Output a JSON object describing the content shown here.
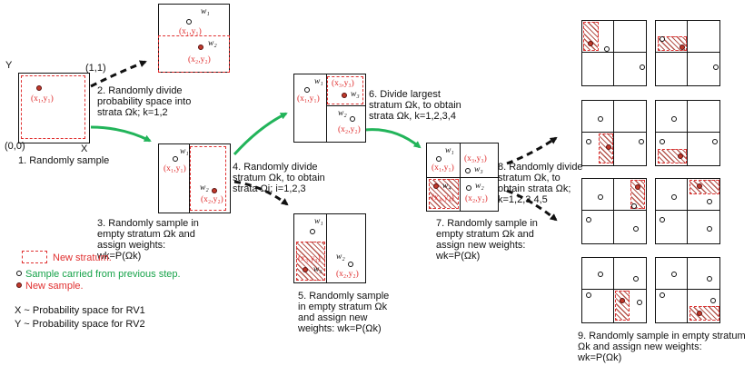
{
  "axes": {
    "y": "Y",
    "x": "X",
    "corner_top": "(1,1)",
    "corner_origin": "(0,0)"
  },
  "labels": {
    "x1y1": "(x₁,y₁)",
    "x2y2": "(x₂,y₂)",
    "x3y3": "(x₃,y₃)",
    "x4y4": "(x₄,y₄)",
    "w1": "w₁",
    "w2": "w₂",
    "w3": "w₃",
    "w4": "w₄"
  },
  "steps": {
    "s1": "1. Randomly sample",
    "s2": "2. Randomly divide probability space into strata Ωk; k=1,2",
    "s3": "3. Randomly sample in empty stratum Ωk and assign weights: wk=P(Ωk)",
    "s4": "4. Randomly divide stratum Ωk, to obtain strata Ωi; i=1,2,3",
    "s5": "5. Randomly sample in empty stratum Ωk and assign new weights: wk=P(Ωk)",
    "s6": "6. Divide largest stratum Ωk, to obtain strata Ωk, k=1,2,3,4",
    "s7": "7. Randomly sample in empty stratum Ωk and assign new weights: wk=P(Ωk)",
    "s8": "8. Randomly divide stratum Ωk, to obtain strata Ωk; k=1,2,3,4,5",
    "s9": "9. Randomly sample in empty stratum Ωk and assign new weights: wk=P(Ωk)"
  },
  "legend": {
    "new_stratum": "New stratum.",
    "carried": "Sample carried from previous step.",
    "new_sample": "New sample.",
    "rv1": "X ~ Probability space for RV1",
    "rv2": "Y ~ Probability space for RV2"
  },
  "colors": {
    "stratum": "#e03030",
    "carried_text": "#17a34a",
    "new_sample_fill": "#c0392b",
    "arrow_green": "#22b45a",
    "arrow_black": "#111111"
  }
}
